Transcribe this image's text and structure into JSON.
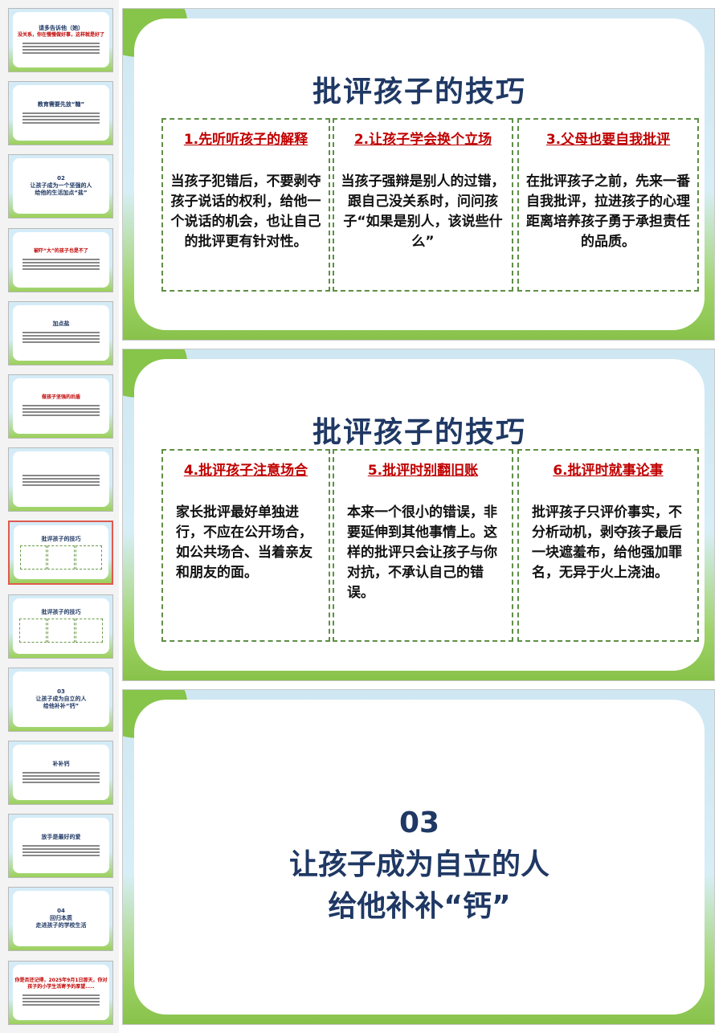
{
  "thumbnails": [
    {
      "title": "请多告诉他（她）",
      "red": "没关系，你在慢慢做好事，这样就是好了"
    },
    {
      "title": "教育需要先放“糖”"
    },
    {
      "title": "02",
      "sub1": "让孩子成为一个坚强的人",
      "sub2": "给他的生活加点“盐”"
    },
    {
      "red": "被吓“大”的孩子也是不了"
    },
    {
      "side": "加点盐"
    },
    {
      "red": "做孩子坚强的后盾"
    },
    {
      "title": ""
    },
    {
      "title": "批评孩子的技巧",
      "selected": true
    },
    {
      "title": "批评孩子的技巧"
    },
    {
      "title": "03",
      "sub1": "让孩子成为自立的人",
      "sub2": "给他补补“钙”"
    },
    {
      "side": "补补钙"
    },
    {
      "side": "放手是最好的爱"
    },
    {
      "title": "04",
      "sub1": "回归本质",
      "sub2": "走进孩子的学校生活"
    },
    {
      "red": "你是否还记得，2025年9月1日那天，你对孩子的小学生活寄予的厚望....."
    }
  ],
  "slides": [
    {
      "title": "批评孩子的技巧",
      "boxes": [
        {
          "heading": "1.先听听孩子的解释",
          "body": "当孩子犯错后，不要剥夺孩子说话的权利，给他一个说话的机会，也让自己的批评更有针对性。"
        },
        {
          "heading": "2.让孩子学会换个立场",
          "body": "当孩子强辩是别人的过错，跟自己没关系时，问问孩子“如果是别人，该说些什么”"
        },
        {
          "heading": "3.父母也要自我批评",
          "body": "在批评孩子之前，先来一番自我批评，拉进孩子的心理距离培养孩子勇于承担责任的品质。"
        }
      ]
    },
    {
      "title": "批评孩子的技巧",
      "boxes": [
        {
          "heading": "4.批评孩子注意场合",
          "body": "家长批评最好单独进行，不应在公开场合，如公共场合、当着亲友和朋友的面。"
        },
        {
          "heading": "5.批评时别翻旧账",
          "body": "本来一个很小的错误，非要延伸到其他事情上。这样的批评只会让孩子与你对抗，不承认自己的错误。"
        },
        {
          "heading": "6.批评时就事论事",
          "body": "批评孩子只评价事实，不分析动机，剥夺孩子最后一块遮羞布，给他强加罪名，无异于火上浇油。"
        }
      ]
    },
    {
      "number": "03",
      "line1": "让孩子成为自立的人",
      "line2": "给他补补“钙”"
    }
  ],
  "colors": {
    "title": "#1f3864",
    "accent": "#c00000",
    "border": "#5e8f45",
    "selected": "#e05a4f"
  }
}
